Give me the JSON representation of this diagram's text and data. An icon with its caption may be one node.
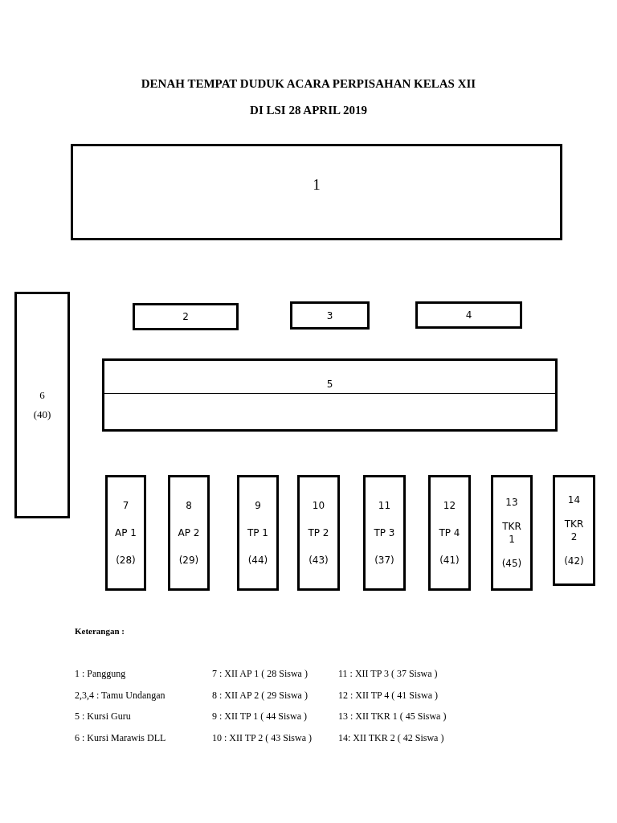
{
  "diagram": {
    "title": "DENAH TEMPAT DUDUK ACARA PERPISAHAN KELAS XII DI LSI 28 APRIL 2019",
    "nodes": [
      {
        "text": [
          "1"
        ]
      },
      {
        "text": [
          "2"
        ]
      },
      {
        "text": [
          "3"
        ]
      },
      {
        "text": [
          "4"
        ]
      },
      {
        "text": [
          "5"
        ]
      },
      {
        "text": [
          "6",
          "(40)"
        ]
      },
      {
        "text": [
          "7",
          "AP 1",
          "(28)"
        ]
      },
      {
        "text": [
          "8",
          "AP 2",
          "(29)"
        ]
      },
      {
        "text": [
          "9",
          "TP 1",
          "(44)"
        ]
      },
      {
        "text": [
          "10",
          "TP 2",
          "(43)"
        ]
      },
      {
        "text": [
          "11",
          "TP 3",
          "(37)"
        ]
      },
      {
        "text": [
          "12",
          "TP 4",
          "(41)"
        ]
      },
      {
        "text": [
          "13",
          "TKR 1",
          "(45)"
        ]
      },
      {
        "text": [
          "14",
          "TKR 2",
          "(42)"
        ]
      }
    ],
    "labels": [
      "Keterangan :",
      "1 : Panggung",
      "7 : XII AP 1 ( 28 Siswa )",
      "11 : XII TP 3 ( 37 Siswa )",
      "2,3,4 : Tamu Undangan",
      "8 : XII AP 2 ( 29 Siswa )",
      "12 : XII TP 4 ( 41 Siswa )",
      "5 : Kursi Guru",
      "9 : XII TP 1 ( 44 Siswa )",
      "13 : XII TKR 1 ( 45 Siswa )",
      "6 : Kursi Marawis DLL",
      "10 : XII TP 2 ( 43 Siswa )",
      "14: XII TKR 2 ( 42 Siswa )"
    ]
  }
}
